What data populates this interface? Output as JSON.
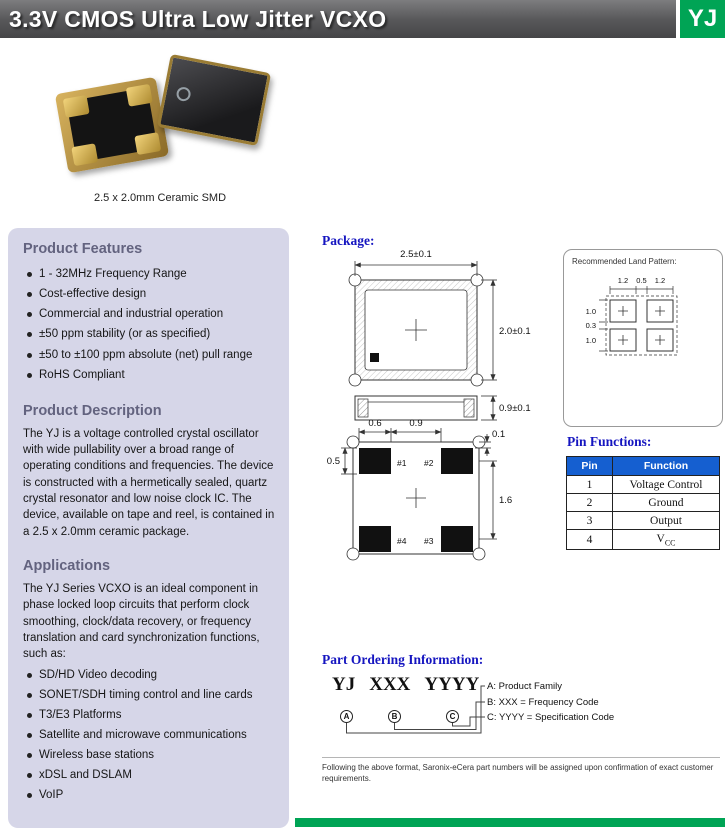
{
  "colors": {
    "accent_green": "#00a455",
    "header_gray": "#59595b",
    "panel_lavender": "#d6d6e8",
    "heading_blue": "#1515c0",
    "table_header_blue": "#155fd0"
  },
  "header": {
    "title": "3.3V CMOS Ultra Low Jitter VCXO",
    "badge": "YJ"
  },
  "photo": {
    "caption": "2.5 x 2.0mm Ceramic SMD"
  },
  "features": {
    "heading": "Product Features",
    "items": [
      "1 - 32MHz Frequency Range",
      "Cost-effective design",
      "Commercial and industrial operation",
      "±50 ppm stability (or as specified)",
      "±50 to ±100 ppm absolute (net) pull range",
      "RoHS Compliant"
    ]
  },
  "description": {
    "heading": "Product Description",
    "body": "The YJ is a voltage controlled crystal oscillator with wide pullability over a broad range of operating conditions and frequencies.  The device is constructed with a hermetically sealed, quartz crystal resonator and low noise clock IC.  The device, available on tape and reel, is contained in a 2.5 x 2.0mm ceramic package."
  },
  "applications": {
    "heading": "Applications",
    "intro": "The YJ Series VCXO is an ideal component in phase locked loop circuits that perform clock smoothing, clock/data recovery, or frequency translation and card synchronization functions, such as:",
    "items": [
      "SD/HD Video decoding",
      "SONET/SDH timing control and line cards",
      "T3/E3 Platforms",
      "Satellite and microwave communications",
      "Wireless base stations",
      "xDSL and DSLAM",
      "VoIP"
    ]
  },
  "package": {
    "heading": "Package:",
    "dims": {
      "body_width": "2.5±0.1",
      "body_height": "2.0±0.1",
      "thickness": "0.9±0.1",
      "pad_width": "0.6",
      "pad_gap": "0.9",
      "edge_offset": "0.1",
      "pad_height": "0.5",
      "row_pitch": "1.6"
    },
    "pads": {
      "p1": "#1",
      "p2": "#2",
      "p3": "#3",
      "p4": "#4"
    }
  },
  "land_pattern": {
    "heading": "Recommended Land Pattern:",
    "dims": {
      "top_left": "1.2",
      "top_mid": "0.5",
      "top_right": "1.2",
      "left_top": "1.0",
      "left_mid": "0.3",
      "left_bottom": "1.0"
    }
  },
  "pin_functions": {
    "heading": "Pin Functions:",
    "columns": [
      "Pin",
      "Function"
    ],
    "rows": [
      {
        "pin": "1",
        "fn": "Voltage Control"
      },
      {
        "pin": "2",
        "fn": "Ground"
      },
      {
        "pin": "3",
        "fn": "Output"
      },
      {
        "pin": "4",
        "fn": "V",
        "fn_sub": "CC"
      }
    ]
  },
  "ordering": {
    "heading": "Part Ordering Information:",
    "code": [
      "YJ",
      "XXX",
      "YYYY"
    ],
    "markers": [
      "A",
      "B",
      "C"
    ],
    "legend": [
      "A: Product Family",
      "B: XXX = Frequency Code",
      "C: YYYY = Specification Code"
    ],
    "note": "Following the above format, Saronix-eCera part numbers will be assigned upon confirmation of exact customer requirements."
  }
}
